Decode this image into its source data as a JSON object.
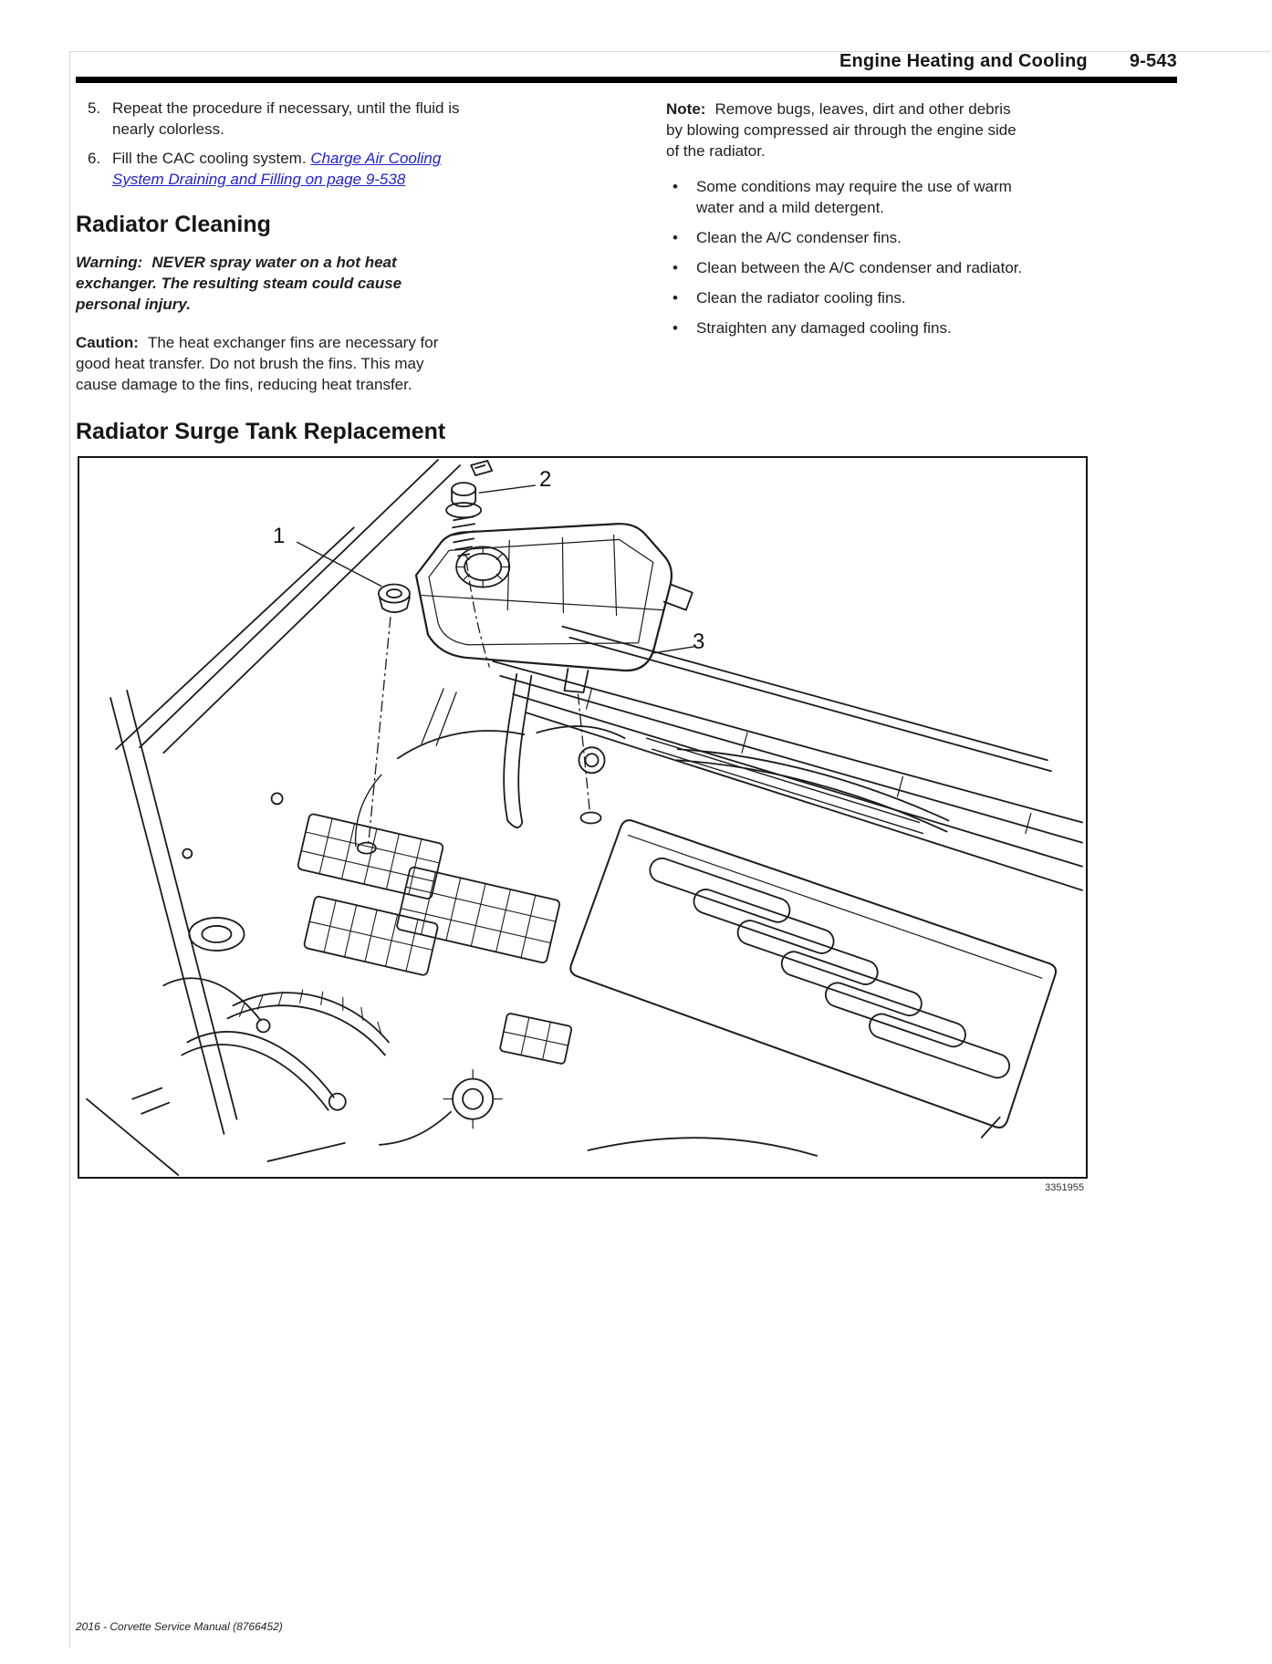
{
  "page": {
    "header": {
      "title": "Engine Heating and Cooling",
      "page_number": "9-543"
    },
    "left_column": {
      "steps": [
        {
          "number": "5.",
          "text": "Repeat the procedure if necessary, until the fluid is\nnearly colorless."
        },
        {
          "number": "6.",
          "text": "Fill the CAC cooling system.",
          "link": "Charge Air Cooling\nSystem Draining and Filling on page 9-538"
        }
      ],
      "radiator_cleaning": {
        "heading": "Radiator Cleaning",
        "warning_label": "Warning:",
        "warning_text": "NEVER spray water on a hot heat\nexchanger. The resulting steam could cause\npersonal injury.",
        "caution_label": "Caution:",
        "caution_text": "The heat exchanger fins are necessary for\ngood heat transfer. Do not brush the fins. This may\ncause damage to the fins, reducing heat transfer."
      },
      "surge_tank": {
        "heading": "Radiator Surge Tank Replacement"
      }
    },
    "right_column": {
      "note_label": "Note:",
      "note_text": "Remove bugs, leaves, dirt and other debris\nby blowing compressed air through the engine side\nof the radiator.",
      "bullets": [
        "Some conditions may require the use of warm\nwater and a mild detergent.",
        "Clean the A/C condenser fins.",
        "Clean between the A/C condenser and radiator.",
        "Clean the radiator cooling fins.",
        "Straighten any damaged cooling fins."
      ]
    },
    "figure": {
      "callouts": [
        {
          "label": "1"
        },
        {
          "label": "2"
        },
        {
          "label": "3"
        }
      ],
      "figure_number": "3351955"
    },
    "footer": {
      "text": "2016 - Corvette Service Manual (8766452)"
    },
    "colors": {
      "link_blue": "#2222cc",
      "ink": "#1c1c1c"
    }
  }
}
